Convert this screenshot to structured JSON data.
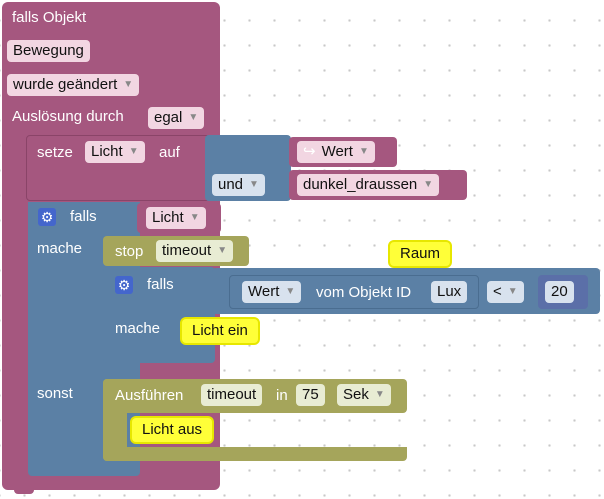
{
  "trigger": {
    "title": "falls Objekt",
    "object": "Bewegung",
    "condition": "wurde geändert",
    "source_label": "Auslösung durch",
    "source_value": "egal"
  },
  "set_block": {
    "label_set": "setze",
    "variable": "Licht",
    "label_to": "auf",
    "value_label": "Wert",
    "and_label": "und",
    "second_value": "dunkel_draussen"
  },
  "if_outer": {
    "label_if": "falls",
    "condition": "Licht",
    "label_do": "mache",
    "label_else": "sonst"
  },
  "stop_block": {
    "label": "stop",
    "value": "timeout"
  },
  "if_inner": {
    "label_if": "falls",
    "label_do": "mache",
    "comment": "Raum",
    "value_label": "Wert",
    "from_object_label": "vom Objekt ID",
    "object_id": "Lux",
    "operator": "<",
    "number": "20",
    "action_text": "Licht ein"
  },
  "timeout_block": {
    "label_run": "Ausführen",
    "name": "timeout",
    "label_in": "in",
    "delay": "75",
    "unit": "Sek",
    "action_text": "Licht aus"
  },
  "colors": {
    "trigger_purple": "#a5577f",
    "logic_blue": "#5b80a5",
    "timer_green": "#a5a55b",
    "comment_yellow": "#ffff38",
    "gear_blue": "#4466cc"
  }
}
